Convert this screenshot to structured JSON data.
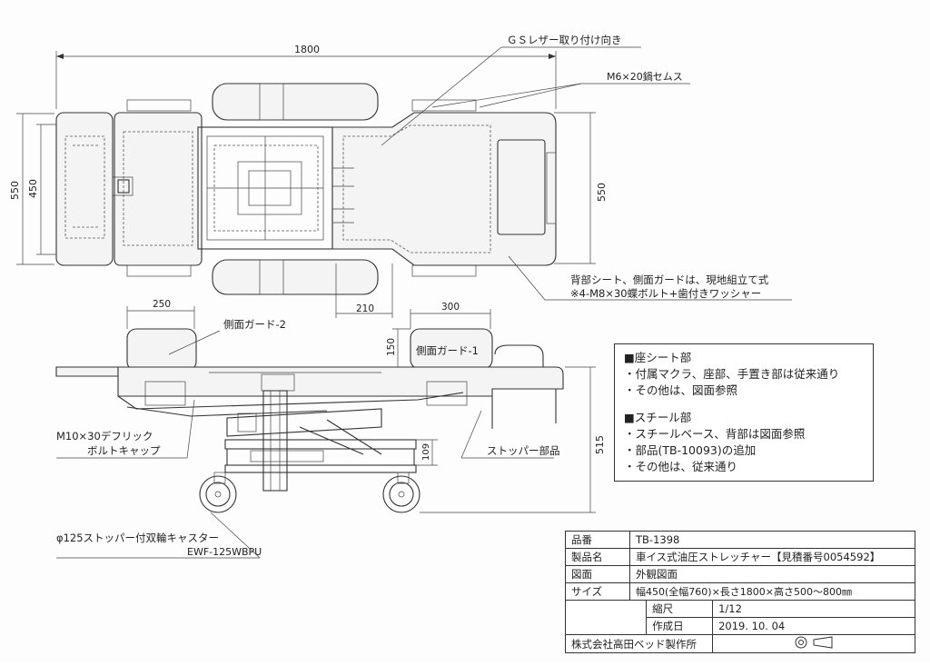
{
  "labels": {
    "gs_laser": "ＧＳレザー取り付け向き",
    "m6_screw": "M6×20鍋セムス",
    "back_note_1": "背部シート、側面ガードは、現地組立て式",
    "back_note_2": "※4-M8×30蝶ボルト+歯付きワッシャー",
    "side_guard_2": "側面ガード-2",
    "side_guard_1": "側面ガード-1",
    "m10_1": "M10×30デフリック",
    "m10_2": "ボルトキャップ",
    "stopper_part": "ストッパー部品",
    "caster_1": "φ125ストッパー付双輪キャスター",
    "caster_2": "EWF-125WBPU"
  },
  "dimensions": {
    "d1800": "1800",
    "d550_left": "550",
    "d450": "450",
    "d550_right": "550",
    "d250": "250",
    "d300": "300",
    "d210": "210",
    "d150": "150",
    "d515": "515",
    "d109": "109"
  },
  "notes": {
    "seat_title": "■座シート部",
    "seat_1": "・付属マクラ、座部、手置き部は従来通り",
    "seat_2": "・その他は、図面参照",
    "steel_title": "■スチール部",
    "steel_1": "・スチールベース、背部は図面参照",
    "steel_2": "・部品(TB-10093)の追加",
    "steel_3": "・その他は、従来通り"
  },
  "title_block": {
    "part_no_label": "品番",
    "part_no": "TB-1398",
    "product_label": "製品名",
    "product": "車イス式油圧ストレッチャー【見積番号0054592】",
    "drawing_label": "図面",
    "drawing": "外観図面",
    "size_label": "サイズ",
    "size": "幅450(全幅760)×長さ1800×高さ500～800㎜",
    "scale_label": "縮尺",
    "scale": "1/12",
    "date_label": "作成日",
    "date": "2019. 10. 04",
    "company": "株式会社高田ベッド製作所"
  }
}
